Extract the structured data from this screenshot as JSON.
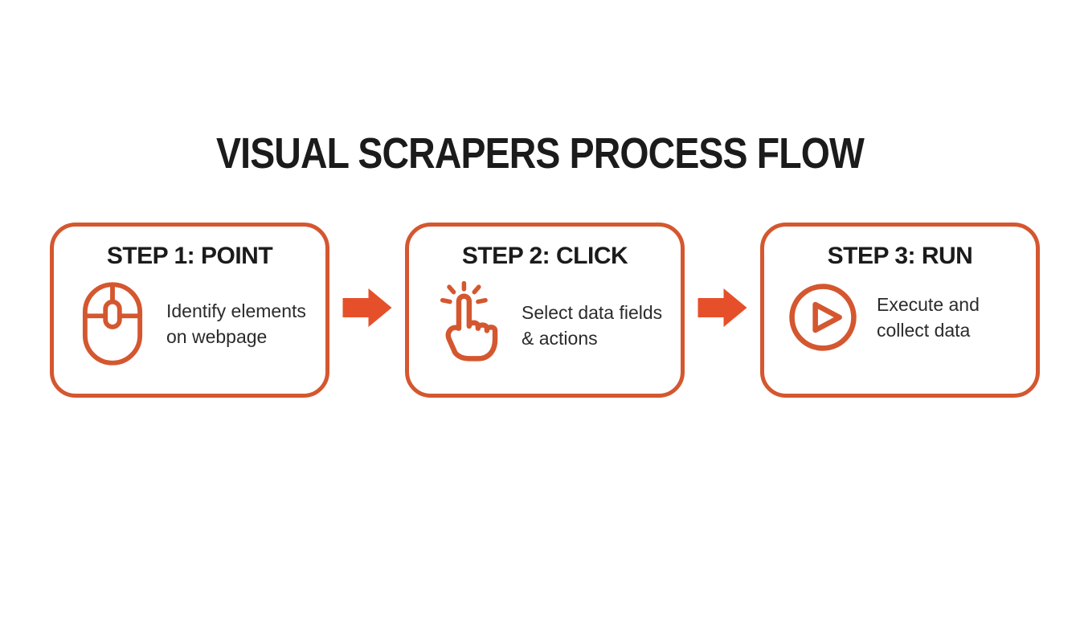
{
  "title": "VISUAL SCRAPERS PROCESS FLOW",
  "colors": {
    "accent_border": "#d4572f",
    "accent_arrow": "#e5502a",
    "heading_text": "#1b1b1b",
    "body_text": "#2b2b2b",
    "background": "#ffffff"
  },
  "steps": [
    {
      "header": "STEP 1: POINT",
      "icon": "mouse-icon",
      "description_line1": "Identify elements",
      "description_line2": "on webpage"
    },
    {
      "header": "STEP 2: CLICK",
      "icon": "tap-click-icon",
      "description_line1": "Select data fields",
      "description_line2": "& actions"
    },
    {
      "header": "STEP 3: RUN",
      "icon": "play-icon",
      "description_line1": "Execute and",
      "description_line2": "collect data"
    }
  ],
  "arrows": [
    {
      "icon": "right-arrow-icon"
    },
    {
      "icon": "right-arrow-icon"
    }
  ]
}
